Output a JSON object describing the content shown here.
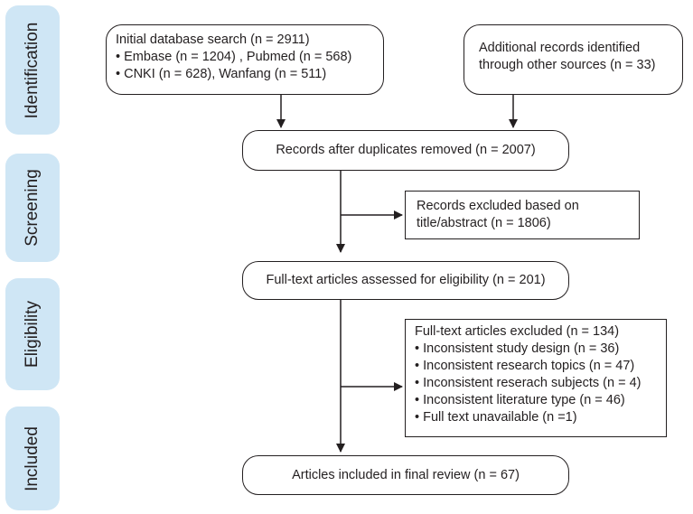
{
  "phases": {
    "identification": "Identification",
    "screening": "Screening",
    "eligibility": "Eligibility",
    "included": "Included"
  },
  "boxes": {
    "initial_search": {
      "title": "Initial database search (n = 2911)",
      "line1": "• Embase (n = 1204) , Pubmed (n = 568)",
      "line2": "• CNKI (n = 628), Wanfang (n = 511)"
    },
    "additional": {
      "line1": "Additional records identified",
      "line2": "through other sources (n = 33)"
    },
    "after_duplicates": "Records after duplicates removed (n = 2007)",
    "excluded_title": {
      "line1": "Records excluded based on",
      "line2": "title/abstract (n = 1806)"
    },
    "fulltext_assessed": "Full-text articles assessed for eligibility (n = 201)",
    "fulltext_excluded": {
      "title": "Full-text articles excluded (n = 134)",
      "items": [
        "• Inconsistent study design (n = 36)",
        "• Inconsistent research topics (n = 47)",
        "• Inconsistent reserach subjects (n = 4)",
        "• Inconsistent literature type (n = 46)",
        "• Full text unavailable (n =1)"
      ]
    },
    "included": "Articles included in final review (n = 67)"
  }
}
